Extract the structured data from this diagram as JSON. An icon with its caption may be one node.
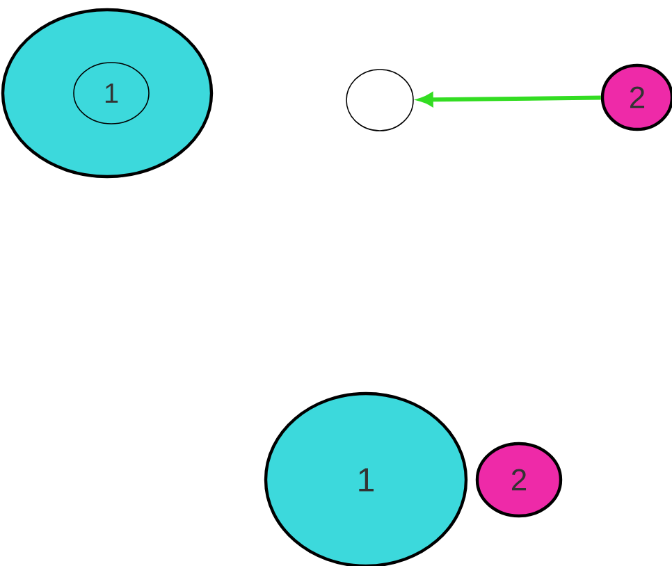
{
  "diagram": {
    "nodes": [
      {
        "text": [],
        "shape": "circle"
      },
      {
        "text": [
          "1"
        ],
        "in": 0
      },
      {
        "text": [],
        "shape": "circle"
      },
      {
        "text": [
          "2"
        ]
      },
      {
        "text": [
          "1"
        ]
      },
      {
        "text": [
          "2"
        ]
      }
    ],
    "edges": [
      {
        "from": 3,
        "to": 2,
        "arrow": "to",
        "color": "#33dd22"
      }
    ]
  }
}
